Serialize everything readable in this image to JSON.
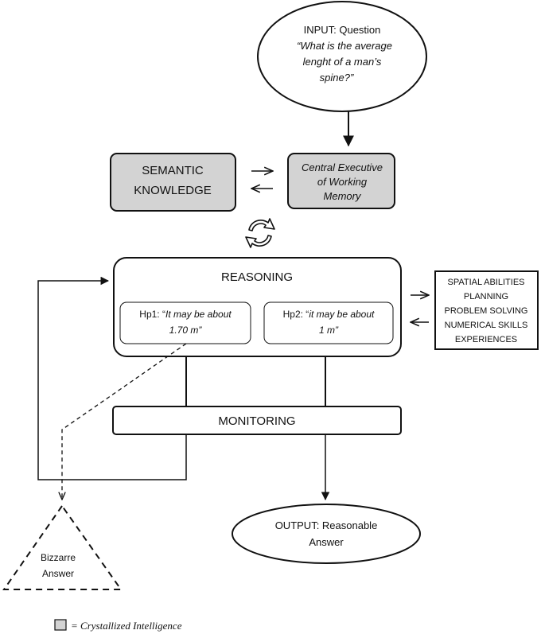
{
  "input": {
    "title": "INPUT: Question",
    "question_line1": "“What is the average",
    "question_line2": "lenght of a man’s",
    "question_line3": "spine?”"
  },
  "semantic_knowledge": {
    "line1": "SEMANTIC",
    "line2": "KNOWLEDGE"
  },
  "central_executive": {
    "line1": "Central Executive",
    "line2": "of Working",
    "line3": "Memory"
  },
  "reasoning": {
    "title": "REASONING",
    "hp1": {
      "prefix": "Hp1: “",
      "line1": "It may be about",
      "line2": "1.70 m”"
    },
    "hp2": {
      "prefix": "Hp2: “",
      "line1": "it may be about",
      "line2": "1 m”"
    }
  },
  "abilities": [
    "SPATIAL ABILITIES",
    "PLANNING",
    "PROBLEM SOLVING",
    "NUMERICAL SKILLS",
    "EXPERIENCES"
  ],
  "monitoring": {
    "title": "MONITORING"
  },
  "output": {
    "line1": "OUTPUT:  Reasonable",
    "line2": "Answer"
  },
  "bizarre": {
    "line1": "Bizzarre",
    "line2": "Answer"
  },
  "legend": {
    "label": "= Crystallized Intelligence",
    "swatch_color": "#d3d3d3"
  },
  "colors": {
    "grey_box": "#d3d3d3",
    "stroke": "#111111"
  }
}
